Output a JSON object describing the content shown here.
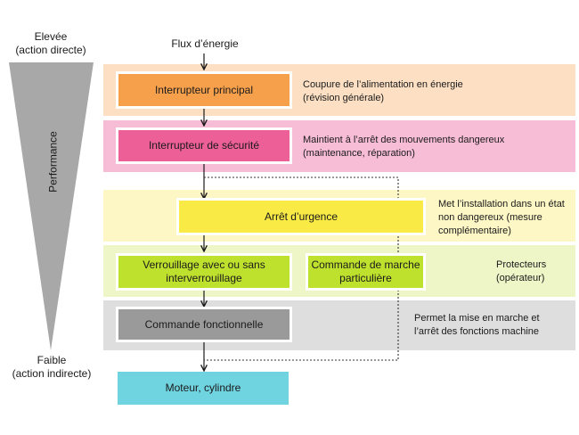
{
  "performance": {
    "top_label": "Elevée\n(action directe)",
    "bottom_label": "Faible\n(action indirecte)",
    "axis_label": "Performance"
  },
  "flow_label": "Flux d’énergie",
  "bands": [
    {
      "id": "main",
      "color": "#fde0c4",
      "box": {
        "text": "Interrupteur principal",
        "color": "#f7a04b"
      },
      "note": "Coupure de l’alimentation en énergie\n(révision générale)"
    },
    {
      "id": "safety",
      "color": "#f8bdd6",
      "box": {
        "text": "Interrupteur de sécurité",
        "color": "#ec5f97"
      },
      "note": "Maintient à l’arrêt des mouvements dangereux\n(maintenance, réparation)"
    },
    {
      "id": "emergency",
      "color": "#fdf7c5",
      "box": {
        "text": "Arrêt d’urgence",
        "color": "#f9ea45"
      },
      "note": "Met l’installation dans un état\nnon dangereux (mesure\ncomplémentaire)"
    },
    {
      "id": "interlock",
      "color": "#eef6c8",
      "boxes": [
        {
          "text": "Verrouillage avec ou sans\ninterverrouillage",
          "color": "#bee12e"
        },
        {
          "text": "Commande de marche\nparticulière",
          "color": "#bee12e"
        }
      ],
      "note": "Protecteurs\n(opérateur)"
    },
    {
      "id": "functional",
      "color": "#dedede",
      "box": {
        "text": "Commande fonctionnelle",
        "color": "#9a9a9a"
      },
      "note": "Permet la mise en marche et\nl’arrêt des fonctions machine"
    }
  ],
  "output_box": {
    "text": "Moteur, cylindre",
    "color": "#6fd3e0"
  },
  "colors": {
    "triangle": "#a8a8a8",
    "arrow": "#1a1a1a",
    "dotted": "#333333"
  }
}
